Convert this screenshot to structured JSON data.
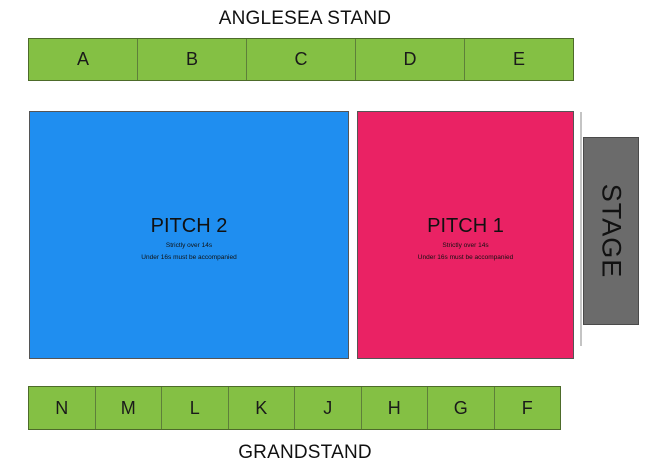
{
  "stands": {
    "top": {
      "title": "ANGLESEA STAND",
      "blocks": [
        "A",
        "B",
        "C",
        "D",
        "E"
      ]
    },
    "bottom": {
      "title": "GRANDSTAND",
      "blocks": [
        "N",
        "M",
        "L",
        "K",
        "J",
        "H",
        "G",
        "F"
      ]
    }
  },
  "pitches": {
    "pitch_2": {
      "name": "PITCH 2",
      "note_line1": "Strictly over 14s",
      "note_line2": "Under 16s must be accompanied",
      "color": "#1f8ef0"
    },
    "pitch_1": {
      "name": "PITCH 1",
      "note_line1": "Strictly over 14s",
      "note_line2": "Under 16s must be accompanied",
      "color": "#ea2264"
    }
  },
  "stage": {
    "label": "STAGE",
    "color": "#6b6b6b"
  },
  "colors": {
    "block_green": "#84c044"
  }
}
